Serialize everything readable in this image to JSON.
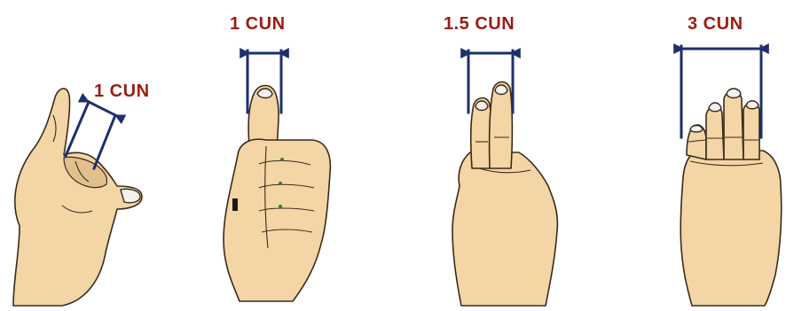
{
  "labels": {
    "pinch": "1 CUN",
    "thumb": "1 CUN",
    "two_fingers": "1.5 CUN",
    "four_fingers": "3 CUN"
  },
  "colors": {
    "label": "#9b1c14",
    "measure_line": "#1d2f6e",
    "skin": "#f3d5a6",
    "skin_shadow": "#d9b27c",
    "outline": "#3a2a1a",
    "nail": "#f4f1ee"
  }
}
